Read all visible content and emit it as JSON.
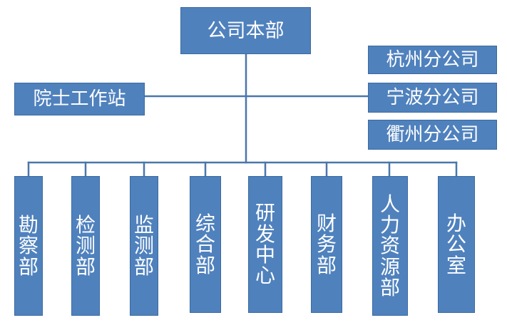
{
  "top": {
    "label": "公司本部"
  },
  "side_left": {
    "label": "院士工作站"
  },
  "branches": [
    {
      "label": "杭州分公司"
    },
    {
      "label": "宁波分公司"
    },
    {
      "label": "衢州分公司"
    }
  ],
  "departments": [
    {
      "label": "勘察部"
    },
    {
      "label": "检测部"
    },
    {
      "label": "监测部"
    },
    {
      "label": "综合部"
    },
    {
      "label": "研发中心"
    },
    {
      "label": "财务部"
    },
    {
      "label": "人力资源部"
    },
    {
      "label": "办公室"
    }
  ],
  "colors": {
    "box_fill": "#4f81bd",
    "line": "#4a77ab",
    "text": "#ffffff"
  }
}
